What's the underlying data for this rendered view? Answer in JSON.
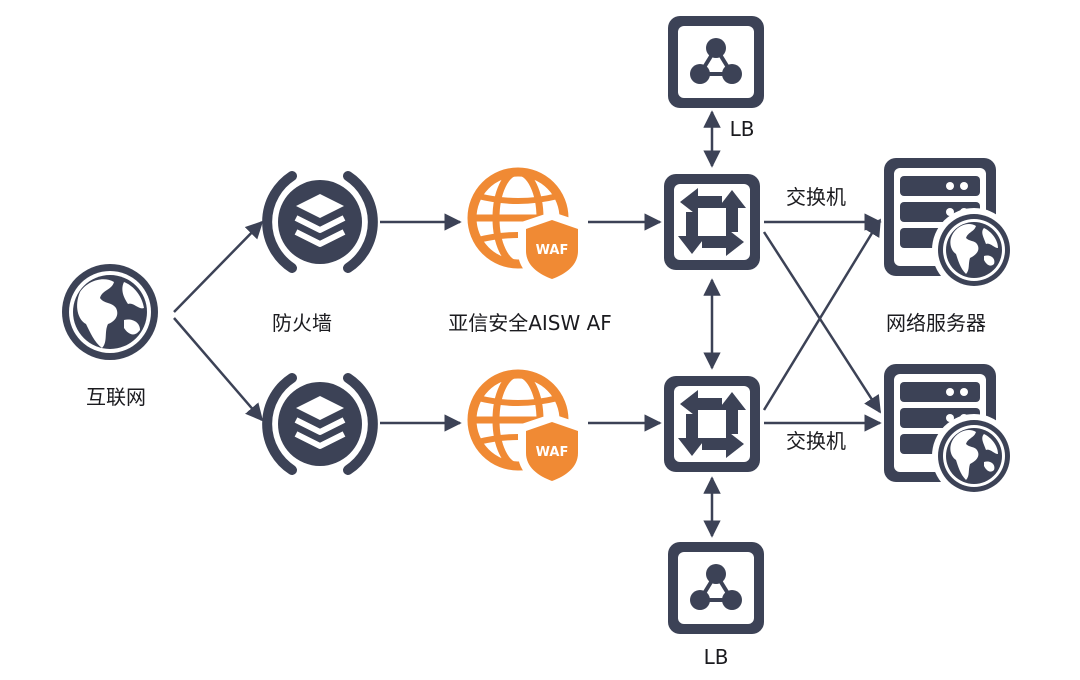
{
  "labels": {
    "internet": "互联网",
    "firewall": "防火墙",
    "waf": "亚信安全AISW AF",
    "switch_top": "交换机",
    "switch_bottom": "交换机",
    "lb_top": "LB",
    "lb_bottom": "LB",
    "servers": "网络服务器",
    "waf_badge_top": "WAF",
    "waf_badge_bottom": "WAF"
  },
  "colors": {
    "primary": "#3c4256",
    "accent": "#f08a34",
    "text": "#1b1b1f",
    "background": "#ffffff"
  },
  "icons": {
    "internet": "globe-icon",
    "firewall": "layers-icon",
    "waf": "globe-shield-icon",
    "switch": "switch-arrows-icon",
    "lb": "share-nodes-icon",
    "server": "server-globe-icon"
  }
}
